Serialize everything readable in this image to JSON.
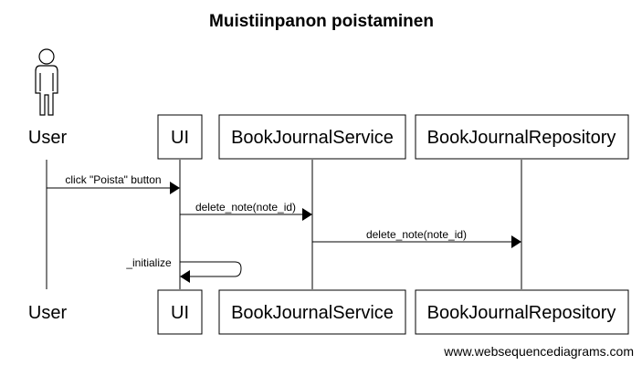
{
  "diagram": {
    "title": "Muistiinpanon poistaminen",
    "participants": {
      "user": "User",
      "ui": "UI",
      "service": "BookJournalService",
      "repository": "BookJournalRepository"
    },
    "messages": {
      "m1": "click \"Poista\" button",
      "m2": "delete_note(note_id)",
      "m3": "delete_note(note_id)",
      "m4": "_initialize"
    },
    "footer": "www.websequencediagrams.com"
  }
}
